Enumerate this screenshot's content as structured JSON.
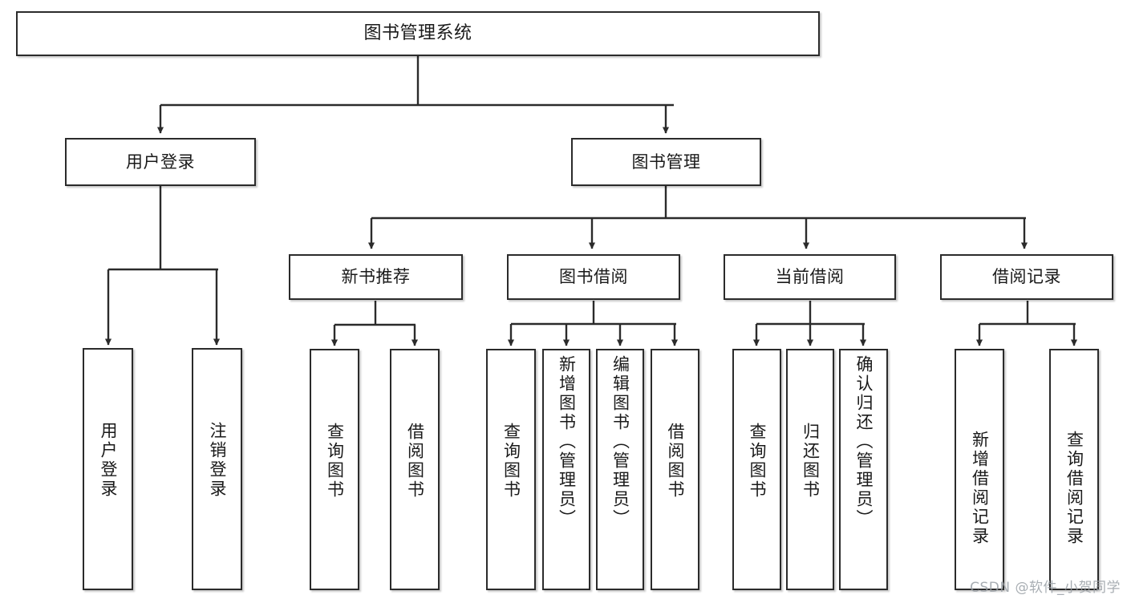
{
  "diagram": {
    "title": "图书管理系统",
    "type": "functional-structure-tree",
    "background_color": "#ffffff",
    "line_color": "#2b2b2b",
    "box_fill": "#ffffff"
  },
  "nodes": {
    "root": {
      "label": "图书管理系统"
    },
    "level2": [
      {
        "id": "user-login",
        "label": "用户登录"
      },
      {
        "id": "book-manage",
        "label": "图书管理"
      }
    ],
    "level3": [
      {
        "id": "new-book-recommend",
        "label": "新书推荐"
      },
      {
        "id": "book-borrow",
        "label": "图书借阅"
      },
      {
        "id": "current-borrow",
        "label": "当前借阅"
      },
      {
        "id": "borrow-record",
        "label": "借阅记录"
      }
    ],
    "leaves": {
      "user_login": [
        {
          "id": "leaf-user-login",
          "label": "用户登录"
        },
        {
          "id": "leaf-logout",
          "label": "注销登录"
        }
      ],
      "new_book_recommend": [
        {
          "id": "leaf-query-book-1",
          "label": "查询图书"
        },
        {
          "id": "leaf-borrow-book-1",
          "label": "借阅图书"
        }
      ],
      "book_borrow": [
        {
          "id": "leaf-query-book-2",
          "label": "查询图书"
        },
        {
          "id": "leaf-add-book",
          "label": "新增图书（管理员）"
        },
        {
          "id": "leaf-edit-book",
          "label": "编辑图书（管理员）"
        },
        {
          "id": "leaf-borrow-book-2",
          "label": "借阅图书"
        }
      ],
      "current_borrow": [
        {
          "id": "leaf-query-book-3",
          "label": "查询图书"
        },
        {
          "id": "leaf-return-book",
          "label": "归还图书"
        },
        {
          "id": "leaf-confirm-return",
          "label": "确认归还（管理员）"
        }
      ],
      "borrow_record": [
        {
          "id": "leaf-add-record",
          "label": "新增借阅记录"
        },
        {
          "id": "leaf-query-record",
          "label": "查询借阅记录"
        }
      ]
    }
  },
  "watermark": {
    "text": "CSDN @软件_小贺同学"
  }
}
